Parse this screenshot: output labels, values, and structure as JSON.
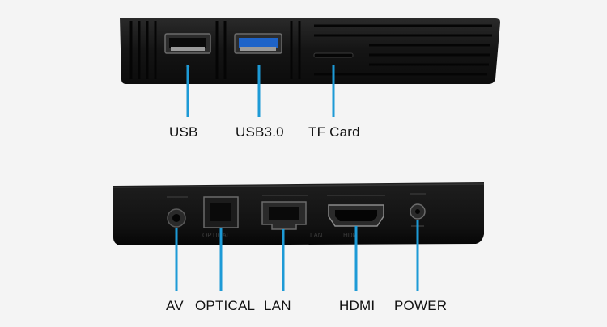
{
  "top_panel": {
    "ports": [
      {
        "label": "USB"
      },
      {
        "label": "USB3.0"
      },
      {
        "label": "TF Card"
      }
    ]
  },
  "bottom_panel": {
    "ports": [
      {
        "label": "AV"
      },
      {
        "label": "OPTICAL"
      },
      {
        "label": "LAN"
      },
      {
        "label": "HDMI"
      },
      {
        "label": "POWER"
      }
    ],
    "engraved": {
      "optical": "OPTICAL",
      "lan": "LAN",
      "hdmi": "HDMI"
    }
  },
  "colors": {
    "background": "#f4f4f4",
    "device_body": "#141414",
    "leader_line": "#1d9ad6",
    "usb3_blue": "#1e63c8"
  }
}
